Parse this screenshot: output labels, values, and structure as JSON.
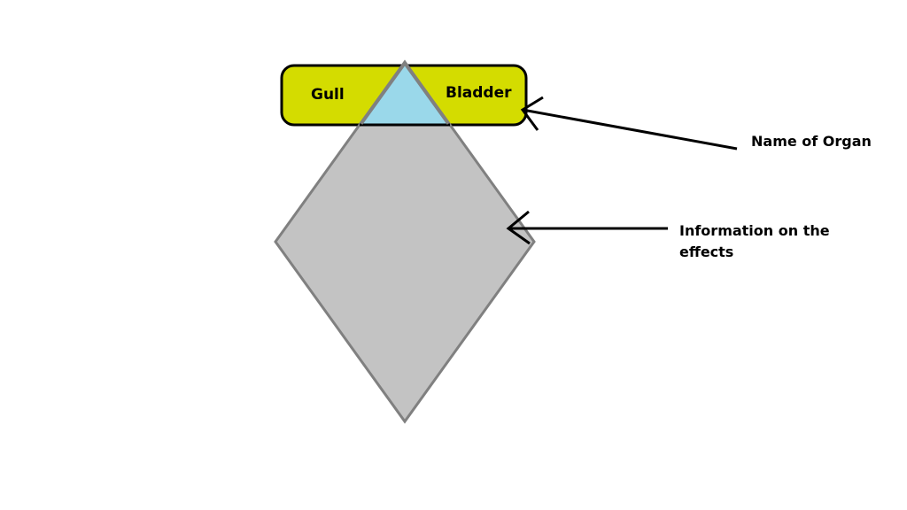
{
  "organ": {
    "word1": "Gull",
    "word2": "Bladder"
  },
  "annotations": {
    "name_label": "Name of Organ",
    "info_line1": "Information on the",
    "info_line2": "effects"
  },
  "colors": {
    "banner_fill": "#d4dc00",
    "banner_stroke": "#000000",
    "triangle_fill": "#9ad8ea",
    "diamond_fill": "#c3c3c3",
    "diamond_stroke": "#808080",
    "arrow": "#000000"
  }
}
